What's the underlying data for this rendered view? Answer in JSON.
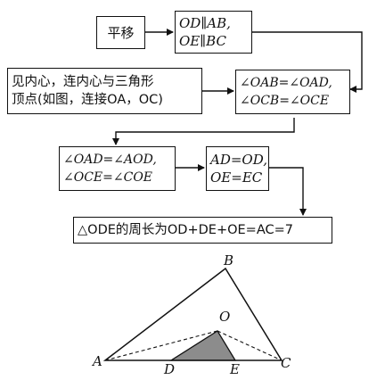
{
  "flowchart": {
    "step1": {
      "text": "平移"
    },
    "step2": {
      "line1": "OD∥AB,",
      "line2": "OE∥BC"
    },
    "step3": {
      "line1": "见内心，连内心与三角形",
      "line2": "顶点(如图，连接OA，OC)"
    },
    "step4": {
      "line1": "∠OAB=∠OAD,",
      "line2": "∠OCB=∠OCE"
    },
    "step5": {
      "line1": "∠OAD=∠AOD,",
      "line2": "∠OCE=∠COE"
    },
    "step6": {
      "line1": "AD=OD,",
      "line2": "OE=EC"
    },
    "result": {
      "text": "△ODE的周长为OD+DE+OE=AC=7"
    }
  },
  "figure": {
    "labels": {
      "A": "A",
      "B": "B",
      "C": "C",
      "O": "O",
      "D": "D",
      "E": "E"
    },
    "shaded_triangle_color": "#8c8c8c"
  }
}
